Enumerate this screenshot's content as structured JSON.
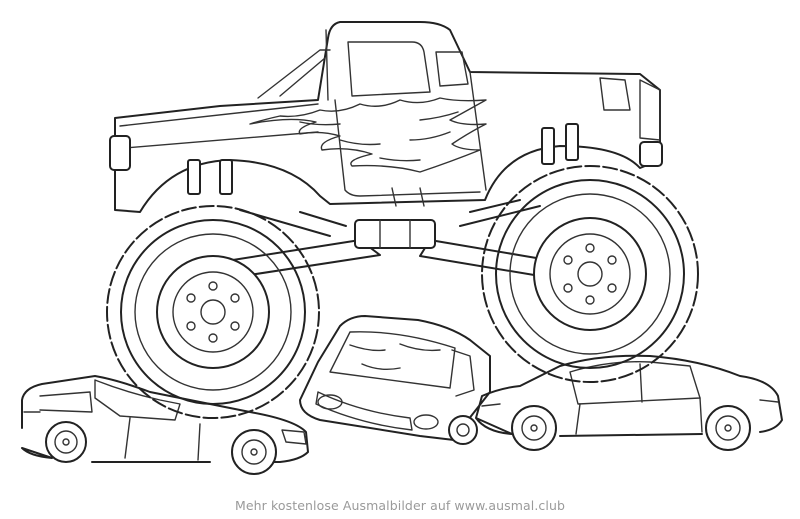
{
  "footer": {
    "text": "Mehr kostenlose Ausmalbilder auf www.ausmal.club"
  },
  "illustration": {
    "subject": "monster-truck-crushing-cars",
    "style": "line-art coloring page",
    "stroke_color": "#222222",
    "background_color": "#ffffff",
    "footer_text_color": "#9a9a9a"
  }
}
